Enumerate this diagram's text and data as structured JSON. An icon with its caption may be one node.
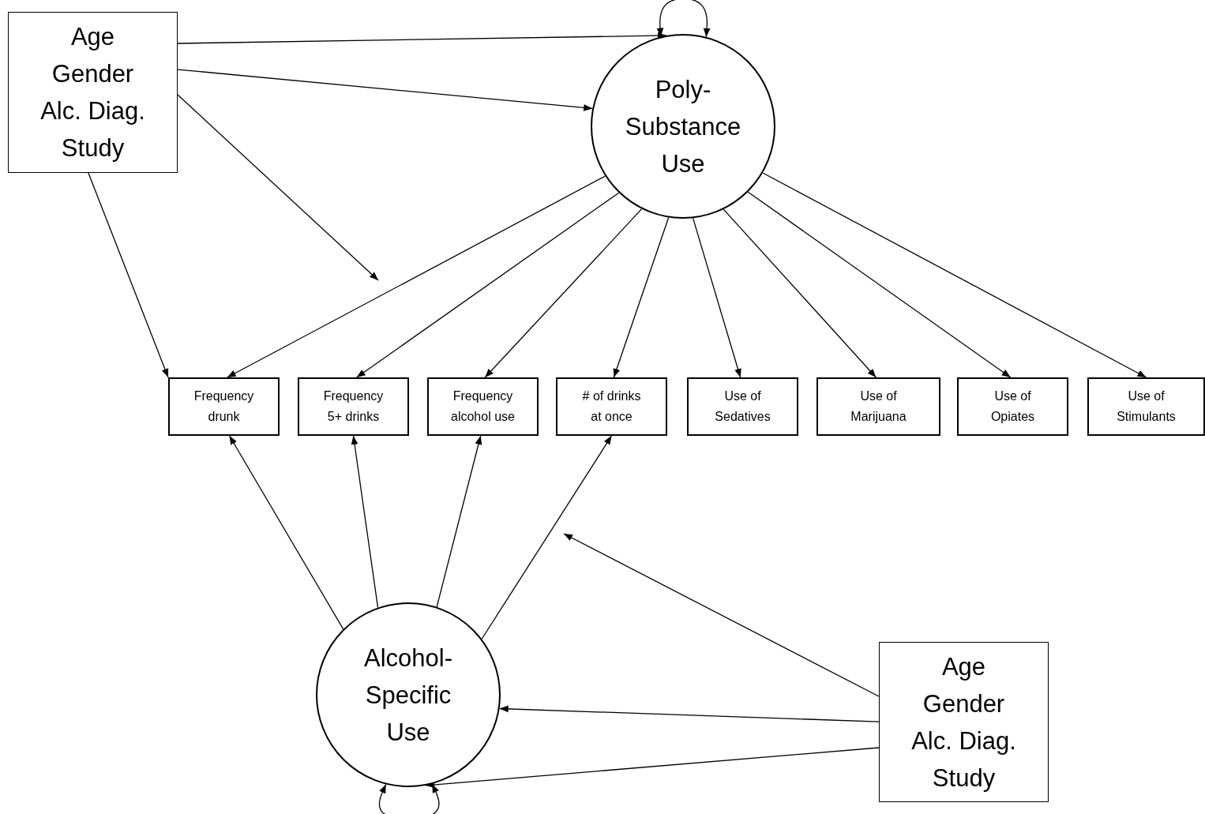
{
  "diagram": {
    "nodes": [
      {
        "text": [
          "Age",
          "Gender",
          "Alc. Diag.",
          "Study"
        ]
      },
      {
        "text": [
          "Poly- Substance Use"
        ]
      },
      {
        "text": [
          "Frequency drunk"
        ]
      },
      {
        "text": [
          "Frequency 5+ drinks"
        ]
      },
      {
        "text": [
          "Frequency alcohol use"
        ]
      },
      {
        "text": [
          "# of drinks at once"
        ]
      },
      {
        "text": [
          "Use of Sedatives"
        ]
      },
      {
        "text": [
          "Use of Marijuana"
        ]
      },
      {
        "text": [
          "Use of Opiates"
        ]
      },
      {
        "text": [
          "Use of Stimulants"
        ]
      },
      {
        "text": [
          "Alcohol- Specific Use"
        ]
      },
      {
        "text": [
          "Age",
          "Gender",
          "Alc. Diag.",
          "Study"
        ]
      }
    ],
    "edges": [
      {
        "from": 0,
        "to": 1,
        "arrow": "to"
      },
      {
        "from": 0,
        "to": 1,
        "arrow": "to"
      },
      {
        "from": 0,
        "to": null,
        "arrow": "to"
      },
      {
        "from": 0,
        "to": 2,
        "arrow": "to"
      },
      {
        "from": 1,
        "to": 1,
        "arrow": "both"
      },
      {
        "from": 1,
        "to": 2,
        "arrow": "to"
      },
      {
        "from": 1,
        "to": 3,
        "arrow": "to"
      },
      {
        "from": 1,
        "to": 4,
        "arrow": "to"
      },
      {
        "from": 1,
        "to": 5,
        "arrow": "to"
      },
      {
        "from": 1,
        "to": 6,
        "arrow": "to"
      },
      {
        "from": 1,
        "to": 7,
        "arrow": "to"
      },
      {
        "from": 1,
        "to": 8,
        "arrow": "to"
      },
      {
        "from": 1,
        "to": 9,
        "arrow": "to"
      },
      {
        "from": 10,
        "to": 2,
        "arrow": "to"
      },
      {
        "from": 10,
        "to": 3,
        "arrow": "to"
      },
      {
        "from": 10,
        "to": 4,
        "arrow": "to"
      },
      {
        "from": 10,
        "to": 5,
        "arrow": "to"
      },
      {
        "from": 10,
        "to": 10,
        "arrow": "both"
      },
      {
        "from": 11,
        "to": null,
        "arrow": "to"
      },
      {
        "from": 11,
        "to": 10,
        "arrow": "to"
      },
      {
        "from": 11,
        "to": 10,
        "arrow": "to"
      }
    ]
  }
}
